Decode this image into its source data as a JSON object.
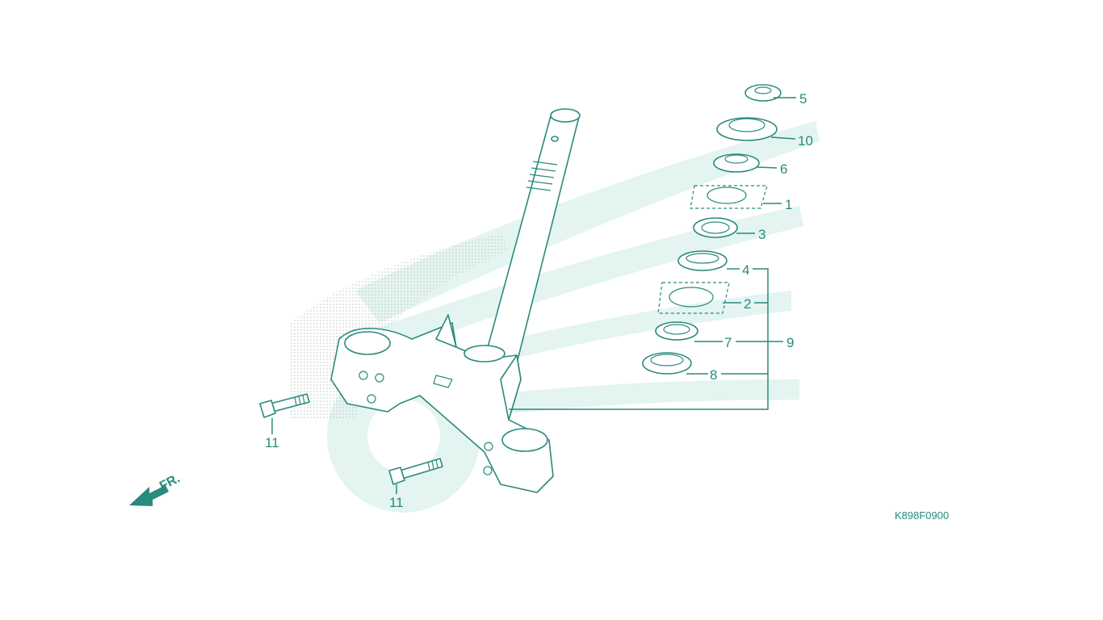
{
  "diagram": {
    "drawing_code": "K898F0900",
    "direction_label": "FR.",
    "colors": {
      "line": "#2a8a7c",
      "watermark": "#e4f4f1",
      "background": "#ffffff"
    },
    "callouts": [
      {
        "id": "5",
        "label": "5"
      },
      {
        "id": "10",
        "label": "10"
      },
      {
        "id": "6",
        "label": "6"
      },
      {
        "id": "1",
        "label": "1"
      },
      {
        "id": "3",
        "label": "3"
      },
      {
        "id": "4",
        "label": "4"
      },
      {
        "id": "2",
        "label": "2"
      },
      {
        "id": "7",
        "label": "7"
      },
      {
        "id": "9",
        "label": "9"
      },
      {
        "id": "8",
        "label": "8"
      },
      {
        "id": "11a",
        "label": "11"
      },
      {
        "id": "11b",
        "label": "11"
      }
    ]
  }
}
